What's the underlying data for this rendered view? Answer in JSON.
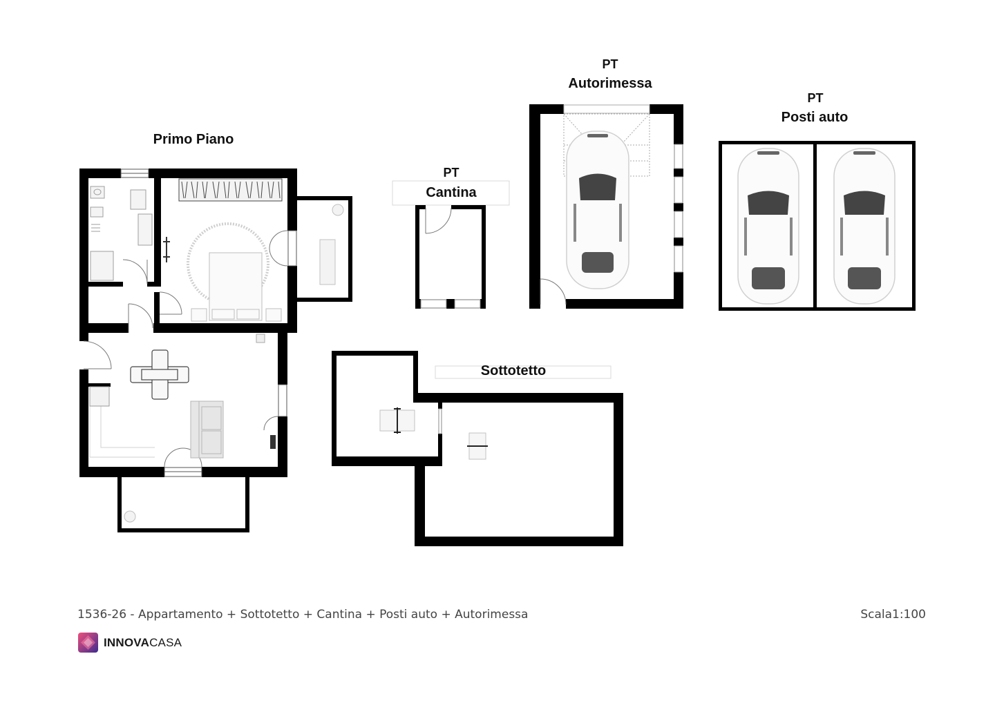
{
  "labels": {
    "primo_piano": "Primo Piano",
    "cantina_level": "PT",
    "cantina": "Cantina",
    "autorimessa_level": "PT",
    "autorimessa": "Autorimessa",
    "posti_level": "PT",
    "posti_auto": "Posti auto",
    "sottotetto": "Sottotetto"
  },
  "footer": {
    "caption": "1536-26 - Appartamento + Sottotetto + Cantina + Posti auto + Autorimessa",
    "scale": "Scala1:100",
    "brand_bold": "INNOVA",
    "brand_regular": "CASA"
  },
  "colors": {
    "wall": "#000000",
    "furniture": "#bdbdbd",
    "glass": "#7a7a7a",
    "brand_pink": "#e8427a",
    "brand_purple": "#4a2a8c"
  }
}
